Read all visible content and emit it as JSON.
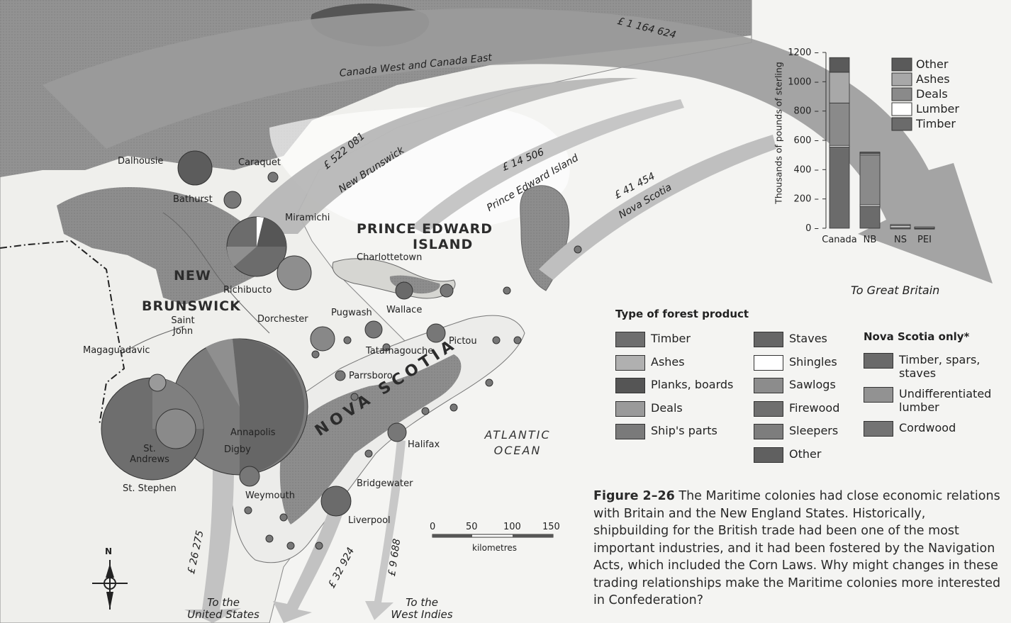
{
  "map": {
    "regions": {
      "new_brunswick": "NEW BRUNSWICK",
      "new_brunswick_l1": "NEW",
      "new_brunswick_l2": "BRUNSWICK",
      "pei_l1": "PRINCE EDWARD",
      "pei_l2": "ISLAND",
      "nova_scotia": "NOVA SCOTIA"
    },
    "ocean_l1": "ATLANTIC",
    "ocean_l2": "OCEAN",
    "places": [
      "Dalhousie",
      "Caraquet",
      "Bathurst",
      "Miramichi",
      "Richibucto",
      "Dorchester",
      "Saint John",
      "Magaguadavic",
      "St. Andrews",
      "St. Stephen",
      "Charlottetown",
      "Pugwash",
      "Wallace",
      "Tatamagouche",
      "Pictou",
      "Parrsboro",
      "Annapolis",
      "Digby",
      "Weymouth",
      "Halifax",
      "Bridgewater",
      "Liverpool"
    ],
    "flows": [
      {
        "name": "Canada West and Canada East",
        "value": "£ 1 164 624"
      },
      {
        "name": "New Brunswick",
        "value": "£ 522 081"
      },
      {
        "name": "Prince Edward Island",
        "value": "£ 14 506"
      },
      {
        "name": "Nova Scotia",
        "value": "£ 41 454"
      }
    ],
    "exports_us": {
      "destination_l1": "To the",
      "destination_l2": "United States",
      "value": "£ 26 275"
    },
    "exports_wi": {
      "destination_l1": "To the",
      "destination_l2": "West Indies",
      "value_a": "£ 32 924",
      "value_b": "£ 9 688"
    },
    "to_britain": "To Great Britain",
    "north": "N"
  },
  "scale": {
    "ticks": [
      "0",
      "50",
      "100",
      "150"
    ],
    "unit": "kilometres"
  },
  "chart_data": {
    "type": "bar",
    "stacked": true,
    "ylabel": "Thousands of pounds of sterling",
    "ylim": [
      0,
      1200
    ],
    "yticks": [
      0,
      200,
      400,
      600,
      800,
      1000,
      1200
    ],
    "categories": [
      "Canada",
      "NB",
      "NS",
      "PEI"
    ],
    "series": [
      {
        "name": "Timber",
        "color": "#6b6b6b",
        "values": [
          560,
          150,
          5,
          4
        ]
      },
      {
        "name": "Lumber",
        "color": "#ffffff",
        "values": [
          5,
          10,
          15,
          2
        ]
      },
      {
        "name": "Deals",
        "color": "#8a8a8a",
        "values": [
          290,
          340,
          5,
          3
        ]
      },
      {
        "name": "Ashes",
        "color": "#a8a8a8",
        "values": [
          210,
          15,
          0,
          0
        ]
      },
      {
        "name": "Other",
        "color": "#5a5a5a",
        "values": [
          100,
          5,
          0,
          0
        ]
      }
    ],
    "legend_order": [
      "Other",
      "Ashes",
      "Deals",
      "Lumber",
      "Timber"
    ]
  },
  "legend": {
    "title": "Type of forest product",
    "col1": [
      {
        "label": "Timber",
        "color": "#6e6e6e"
      },
      {
        "label": "Ashes",
        "color": "#b0b0b0"
      },
      {
        "label": "Planks, boards",
        "color": "#555555"
      },
      {
        "label": "Deals",
        "color": "#9a9a9a"
      },
      {
        "label": "Ship's parts",
        "color": "#7a7a7a"
      }
    ],
    "col2": [
      {
        "label": "Staves",
        "color": "#666666"
      },
      {
        "label": "Shingles",
        "color": "#ffffff"
      },
      {
        "label": "Sawlogs",
        "color": "#8c8c8c"
      },
      {
        "label": "Firewood",
        "color": "#6f6f6f"
      },
      {
        "label": "Sleepers",
        "color": "#7d7d7d"
      },
      {
        "label": "Other",
        "color": "#606060"
      }
    ],
    "ns_title": "Nova Scotia only*",
    "ns_items": [
      {
        "label_l1": "Timber, spars,",
        "label_l2": "staves",
        "color": "#6a6a6a"
      },
      {
        "label_l1": "Undifferentiated",
        "label_l2": "lumber",
        "color": "#929292"
      },
      {
        "label_l1": "Cordwood",
        "label_l2": "",
        "color": "#737373"
      }
    ]
  },
  "caption": {
    "figure": "Figure 2–26",
    "text": "The Maritime colonies had close economic relations with Britain and the New England States. Historically, shipbuilding for the British trade had been one of the most important industries, and it had been fostered by the Navigation Acts, which included the Corn Laws. Why might changes in these trading relationships make the Maritime colonies more interested in Confederation?"
  }
}
